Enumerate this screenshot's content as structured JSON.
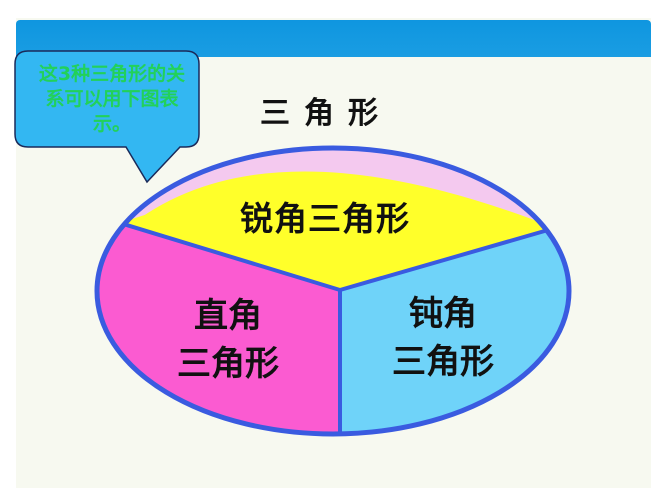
{
  "slide": {
    "header_color": "#1199e0",
    "background_color": "#f7f9f0"
  },
  "callout": {
    "text": "这3种三角形的关系可以用下图表示。",
    "bubble_color": "#33b7f2",
    "text_color": "#22d15a"
  },
  "title": "三角形",
  "diagram": {
    "type": "partitioned-ellipse",
    "sections": [
      {
        "name": "acute",
        "label": "锐角三角形",
        "color": "#ffff2a"
      },
      {
        "name": "right",
        "label_line1": "直角",
        "label_line2": "三角形",
        "color": "#fb5bd1"
      },
      {
        "name": "obtuse",
        "label_line1": "钝角",
        "label_line2": "三角形",
        "color": "#6fd3f9"
      }
    ],
    "border_color": "#3a5be0",
    "rim_color": "#f4c9ef"
  }
}
